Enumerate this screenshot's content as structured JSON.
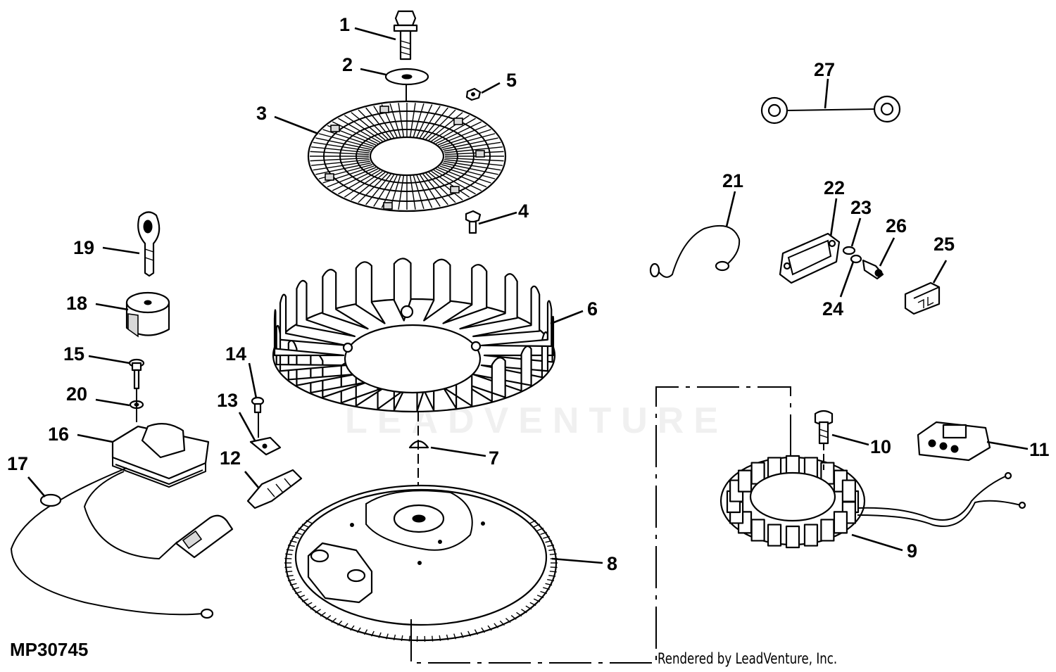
{
  "diagram": {
    "code": "MP30745",
    "credit": "Rendered by LeadVenture, Inc.",
    "watermark": "LEADVENTURE",
    "callouts": [
      {
        "id": "1",
        "text": "1"
      },
      {
        "id": "2",
        "text": "2"
      },
      {
        "id": "3",
        "text": "3"
      },
      {
        "id": "4",
        "text": "4"
      },
      {
        "id": "5",
        "text": "5"
      },
      {
        "id": "6",
        "text": "6"
      },
      {
        "id": "7",
        "text": "7"
      },
      {
        "id": "8",
        "text": "8"
      },
      {
        "id": "9",
        "text": "9"
      },
      {
        "id": "10",
        "text": "10"
      },
      {
        "id": "11",
        "text": "11"
      },
      {
        "id": "12",
        "text": "12"
      },
      {
        "id": "13",
        "text": "13"
      },
      {
        "id": "14",
        "text": "14"
      },
      {
        "id": "15",
        "text": "15"
      },
      {
        "id": "16",
        "text": "16"
      },
      {
        "id": "17",
        "text": "17"
      },
      {
        "id": "18",
        "text": "18"
      },
      {
        "id": "19",
        "text": "19"
      },
      {
        "id": "20",
        "text": "20"
      },
      {
        "id": "21",
        "text": "21"
      },
      {
        "id": "22",
        "text": "22"
      },
      {
        "id": "23",
        "text": "23"
      },
      {
        "id": "24",
        "text": "24"
      },
      {
        "id": "25",
        "text": "25"
      },
      {
        "id": "26",
        "text": "26"
      },
      {
        "id": "27",
        "text": "27"
      }
    ]
  }
}
